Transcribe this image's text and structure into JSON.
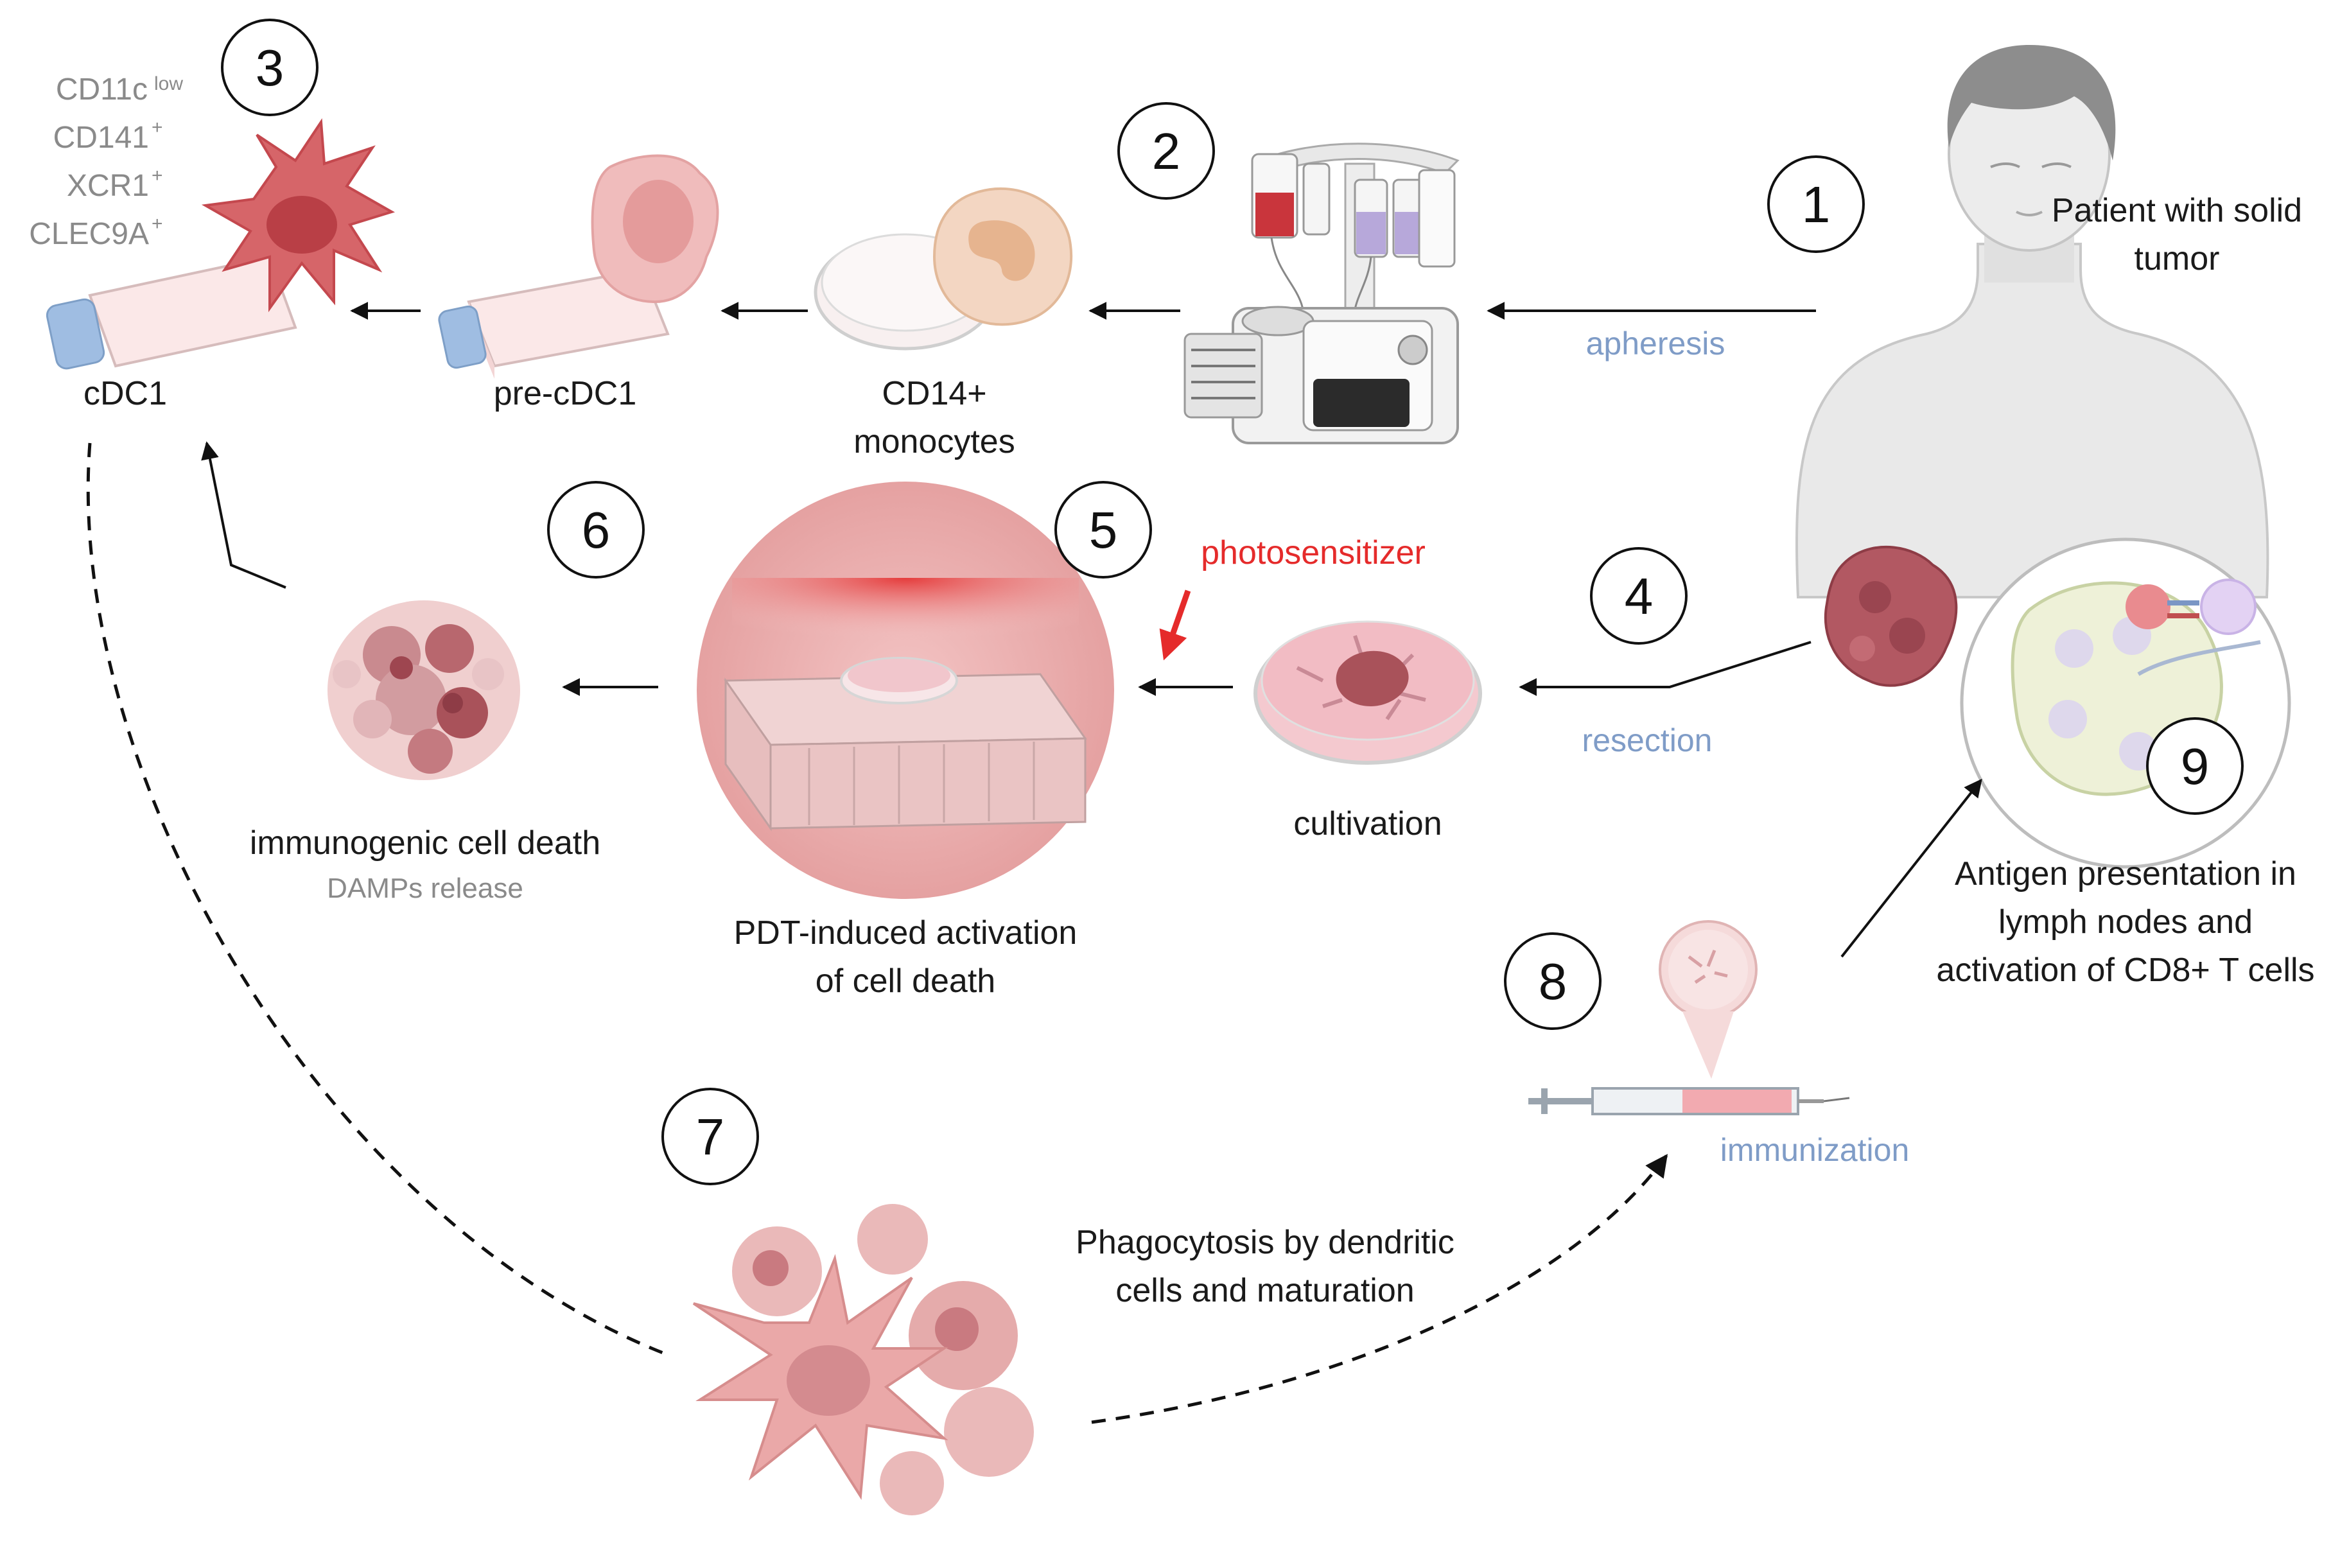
{
  "steps": {
    "s1": "1",
    "s2": "2",
    "s3": "3",
    "s4": "4",
    "s5": "5",
    "s6": "6",
    "s7": "7",
    "s8": "8",
    "s9": "9"
  },
  "labels": {
    "patient_line1": "Patient with solid",
    "patient_line2": "tumor",
    "apheresis": "apheresis",
    "monocytes_line1": "CD14+",
    "monocytes_line2": "monocytes",
    "pre_cdc1": "pre-cDC1",
    "cdc1": "cDC1",
    "markers": [
      "CD11c",
      "low",
      "CD141",
      "+",
      "XCR1",
      "+",
      "CLEC9A",
      "+"
    ],
    "photosensitizer": "photosensitizer",
    "resection": "resection",
    "cultivation": "cultivation",
    "pdt_line1": "PDT-induced activation",
    "pdt_line2": "of cell death",
    "icd": "immunogenic cell death",
    "damps": "DAMPs release",
    "antigen_line1": "Antigen presentation in",
    "antigen_line2": "lymph nodes and",
    "antigen_line3": "activation of CD8+ T cells",
    "immunization": "immunization",
    "phago_line1": "Phagocytosis by dendritic",
    "phago_line2": "cells and maturation"
  },
  "colors": {
    "cell_pink": "#e7a7a7",
    "cell_dark": "#c9575d",
    "tumor": "#a9525a",
    "accent_red": "#e52b2b",
    "label_blue": "#7f9cc7",
    "marker_gray": "#8a8a8a"
  },
  "icons": [
    "patient-silhouette-icon",
    "apheresis-machine-icon",
    "petri-dish-icon",
    "monocyte-cell-icon",
    "culture-flask-icon",
    "dendritic-cell-icon",
    "tumor-mass-icon",
    "well-plate-light-icon",
    "dying-cell-cluster-icon",
    "lymph-node-icon",
    "syringe-icon"
  ]
}
